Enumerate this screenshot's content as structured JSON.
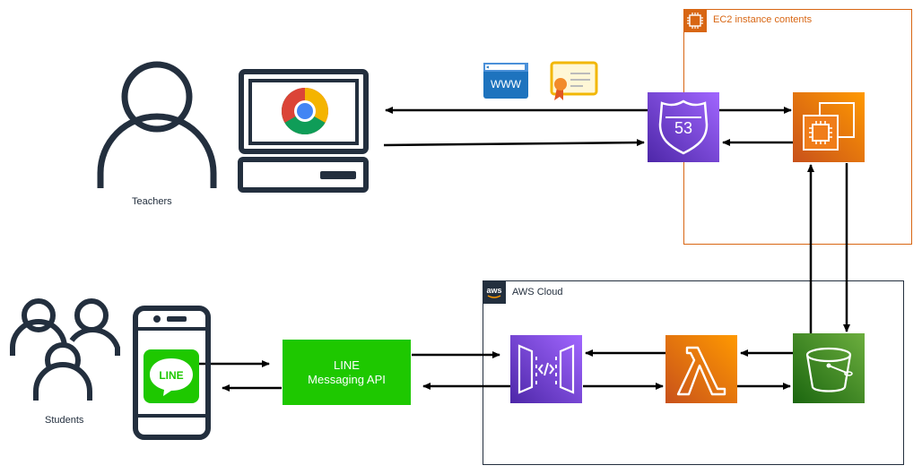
{
  "groups": {
    "ec2": {
      "title": "EC2 instance contents",
      "color": "#d86613"
    },
    "aws_cloud": {
      "title": "AWS Cloud",
      "color": "#232f3e"
    }
  },
  "actors": {
    "teachers": {
      "label": "Teachers",
      "icon": "person-icon"
    },
    "students": {
      "label": "Students",
      "icon": "people-group-icon"
    }
  },
  "devices": {
    "computer": {
      "icon": "desktop-computer-icon",
      "app_icon": "chrome-browser-icon"
    },
    "phone": {
      "icon": "smartphone-icon",
      "app_label": "LINE",
      "app_color": "#1ec800"
    }
  },
  "services": {
    "line_api": {
      "line1": "LINE",
      "line2": "Messaging API",
      "color": "#1ec800"
    },
    "route53": {
      "badge": "53",
      "icon": "route53-icon",
      "color": "#8c4fff"
    },
    "ec2": {
      "icon": "ec2-instance-icon",
      "color": "#ed7100"
    },
    "api_gateway": {
      "icon": "api-gateway-icon",
      "color": "#8c4fff"
    },
    "lambda": {
      "icon": "lambda-icon",
      "color": "#ed7100"
    },
    "s3": {
      "icon": "s3-bucket-icon",
      "color": "#3f8624"
    }
  },
  "misc": {
    "domain_icon": {
      "text": "WWW",
      "icon": "domain-www-icon"
    },
    "certificate_icon": {
      "icon": "ssl-certificate-icon"
    }
  }
}
